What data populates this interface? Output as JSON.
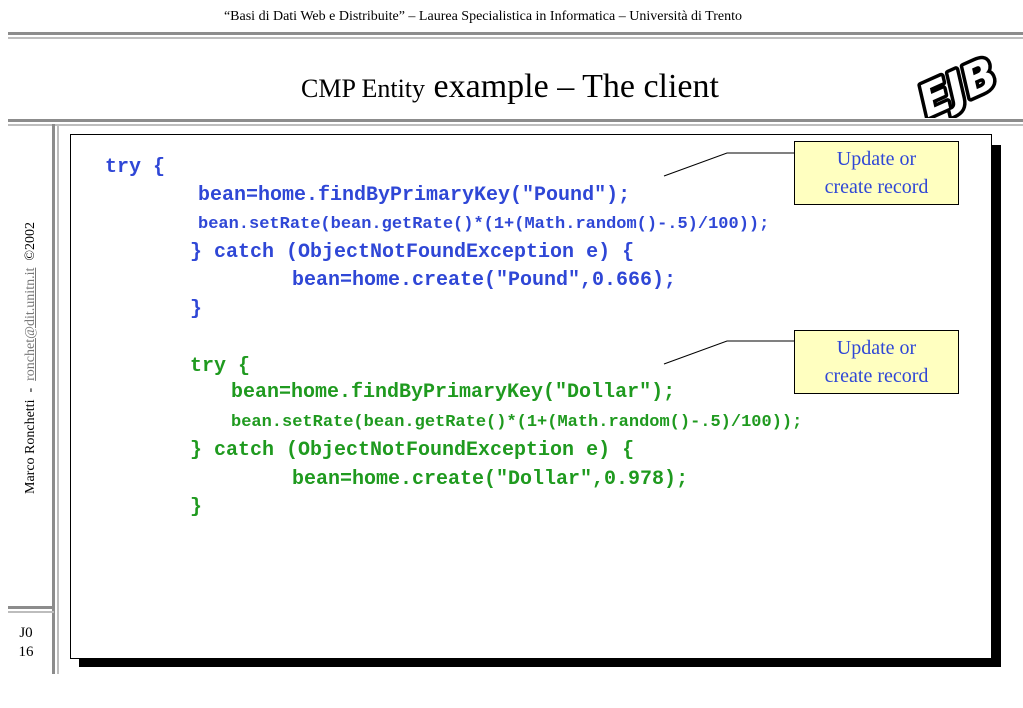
{
  "header": {
    "course_line": "“Basi di Dati Web e Distribuite” – Laurea Specialistica in Informatica – Università di Trento"
  },
  "slide": {
    "title_small": "CMP Entity",
    "title_rest": " example – The client",
    "logo_text": "EJB"
  },
  "sidebar": {
    "author": "Marco Ronchetti",
    "separator": "-",
    "email": "ronchet@dit.unitn.it",
    "copyright": "©2002",
    "slide_code": "J0",
    "slide_number": "16"
  },
  "code": {
    "line1": "try {",
    "line2": "bean=home.findByPrimaryKey(\"Pound\");",
    "line3": "bean.setRate(bean.getRate()*(1+(Math.random()-.5)/100));",
    "line4": "} catch (ObjectNotFoundException e) {",
    "line5": "bean=home.create(\"Pound\",0.666);",
    "line6": "}",
    "line7": "try {",
    "line8": "bean=home.findByPrimaryKey(\"Dollar\");",
    "line9": "bean.setRate(bean.getRate()*(1+(Math.random()-.5)/100));",
    "line10": "} catch (ObjectNotFoundException e) {",
    "line11": "bean=home.create(\"Dollar\",0.978);",
    "line12": "}"
  },
  "callouts": {
    "first": {
      "line1": "Update or",
      "line2": "create record"
    },
    "second": {
      "line1": "Update or",
      "line2": "create record"
    }
  },
  "colors": {
    "code_blue": "#2f47d6",
    "code_green": "#1f9a1f",
    "callout_bg": "#ffffc0",
    "rule_gray": "#8c8c8c"
  }
}
